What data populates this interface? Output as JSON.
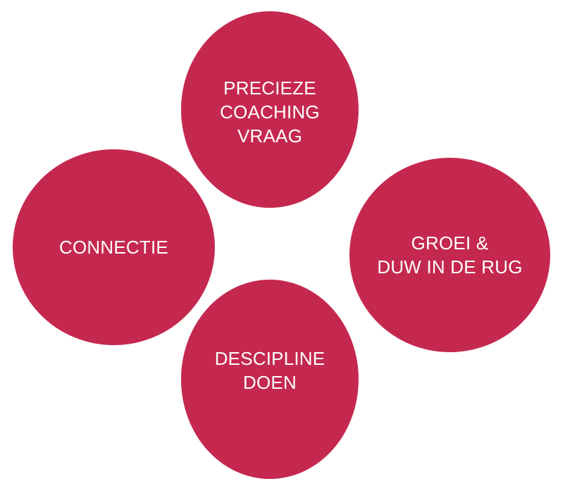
{
  "colors": {
    "circle_fill": "#C5284F",
    "text": "#FFFFFF",
    "background": "#FFFFFF"
  },
  "circles": {
    "top": {
      "label": "PRECIEZE\nCOACHING\nVRAAG"
    },
    "left": {
      "label": "CONNECTIE"
    },
    "right": {
      "label": "GROEI &\nDUW IN DE RUG"
    },
    "bottom": {
      "label": "DESCIPLINE\nDOEN"
    }
  }
}
